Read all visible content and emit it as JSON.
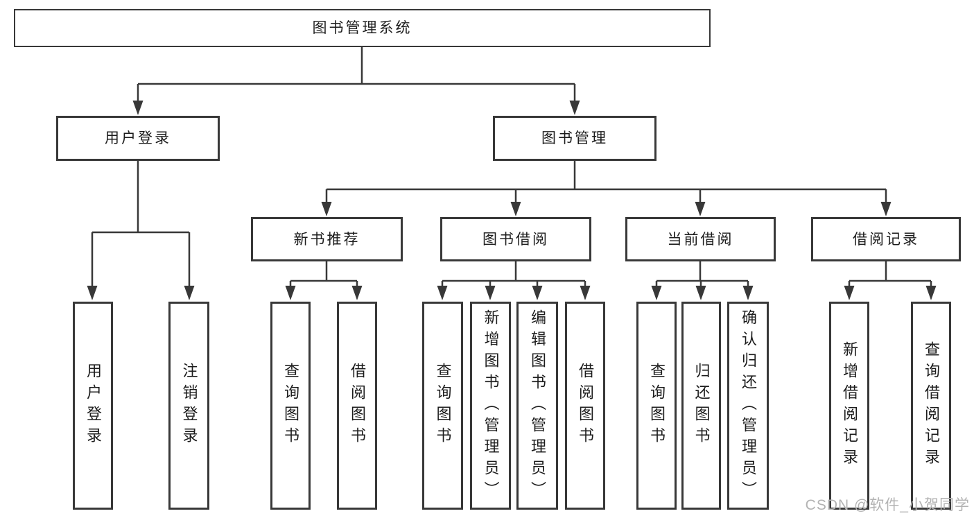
{
  "nodes": {
    "root": {
      "label": "图书管理系统"
    },
    "user_login": {
      "label": "用户登录"
    },
    "book_mgmt": {
      "label": "图书管理"
    },
    "new_book_rec": {
      "label": "新书推荐"
    },
    "book_borrow": {
      "label": "图书借阅"
    },
    "current_borrow": {
      "label": "当前借阅"
    },
    "borrow_records": {
      "label": "借阅记录"
    },
    "leaf_user_login": {
      "label": "用户登录"
    },
    "leaf_logout": {
      "label": "注销登录"
    },
    "leaf_query_books_a": {
      "label": "查询图书"
    },
    "leaf_borrow_books_a": {
      "label": "借阅图书"
    },
    "leaf_query_books_b": {
      "label": "查询图书"
    },
    "leaf_add_books_admin": {
      "label": "新增图书（管理员）"
    },
    "leaf_edit_books_admin": {
      "label": "编辑图书（管理员）"
    },
    "leaf_borrow_books_b": {
      "label": "借阅图书"
    },
    "leaf_query_books_c": {
      "label": "查询图书"
    },
    "leaf_return_books": {
      "label": "归还图书"
    },
    "leaf_confirm_return_admin": {
      "label": "确认归还（管理员）"
    },
    "leaf_add_borrow_record": {
      "label": "新增借阅记录"
    },
    "leaf_query_borrow_record": {
      "label": "查询借阅记录"
    }
  },
  "structure": {
    "root": [
      "user_login",
      "book_mgmt"
    ],
    "user_login": [
      "leaf_user_login",
      "leaf_logout"
    ],
    "book_mgmt": [
      "new_book_rec",
      "book_borrow",
      "current_borrow",
      "borrow_records"
    ],
    "new_book_rec": [
      "leaf_query_books_a",
      "leaf_borrow_books_a"
    ],
    "book_borrow": [
      "leaf_query_books_b",
      "leaf_add_books_admin",
      "leaf_edit_books_admin",
      "leaf_borrow_books_b"
    ],
    "current_borrow": [
      "leaf_query_books_c",
      "leaf_return_books",
      "leaf_confirm_return_admin"
    ],
    "borrow_records": [
      "leaf_add_borrow_record",
      "leaf_query_borrow_record"
    ]
  },
  "watermark": {
    "text": "CSDN @软件_小贺同学"
  },
  "colors": {
    "line": "#383838",
    "border": "#383838",
    "text": "#1c1c1c",
    "watermark": "#b3b3b3",
    "background": "#ffffff"
  }
}
